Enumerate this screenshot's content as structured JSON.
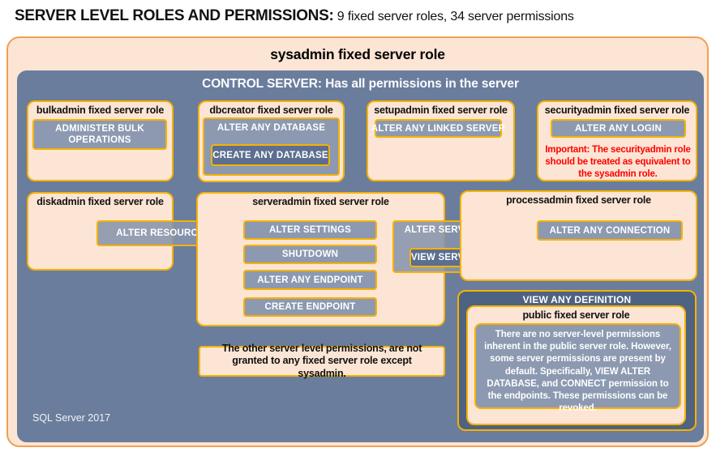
{
  "header": {
    "title_strong": "SERVER LEVEL ROLES AND PERMISSIONS:",
    "title_detail": " 9 fixed server roles, 34 server permissions"
  },
  "sysadmin_box": {
    "title": "sysadmin fixed server role"
  },
  "control_server": {
    "title": "CONTROL SERVER: Has all permissions in the server",
    "version_label": "SQL Server 2017"
  },
  "roles": {
    "bulkadmin": {
      "title": "bulkadmin fixed server role",
      "perm": "ADMINISTER BULK OPERATIONS"
    },
    "dbcreator": {
      "title": "dbcreator fixed server role",
      "perm_outer": "ALTER ANY DATABASE",
      "perm_nested": "CREATE ANY DATABASE"
    },
    "setupadmin": {
      "title": "setupadmin fixed server role",
      "perm": "ALTER ANY LINKED SERVER"
    },
    "securityadmin": {
      "title": "securityadmin fixed server role",
      "perm": "ALTER ANY LOGIN",
      "warning": "Important: The securityadmin role should be treated as equivalent to the sysadmin role."
    },
    "diskadmin": {
      "title": "diskadmin fixed server role",
      "perm": "ALTER RESOURCES"
    },
    "serveradmin": {
      "title": "serveradmin fixed server role",
      "perms": [
        "ALTER SETTINGS",
        "SHUTDOWN",
        "ALTER ANY ENDPOINT",
        "CREATE ENDPOINT"
      ],
      "perm_outer": "ALTER SERVER STATE",
      "perm_nested": "VIEW SERVER STATE"
    },
    "processadmin": {
      "title": "processadmin fixed server role",
      "perm": "ALTER ANY CONNECTION"
    },
    "public": {
      "container_perm": "VIEW ANY DEFINITION",
      "title": "public fixed server role",
      "description": "There are no server-level permissions inherent in the public server role. However, some server permissions are present by default. Specifically, VIEW ALTER DATABASE, and CONNECT permission to the endpoints. These permissions can be revoked."
    }
  },
  "note": "The other server level permissions, are not granted to any fixed server role except sysadmin.",
  "colors": {
    "peach": "#FCE5D4",
    "gold_border": "#F5B201",
    "outer_border": "#F0A053",
    "slate_blue": "#6A7D9D",
    "perm_fill": "#8C99B1",
    "perm_dark": "#5C6F90",
    "panel_dark": "#4E6281",
    "warning_red": "#FF0000"
  }
}
